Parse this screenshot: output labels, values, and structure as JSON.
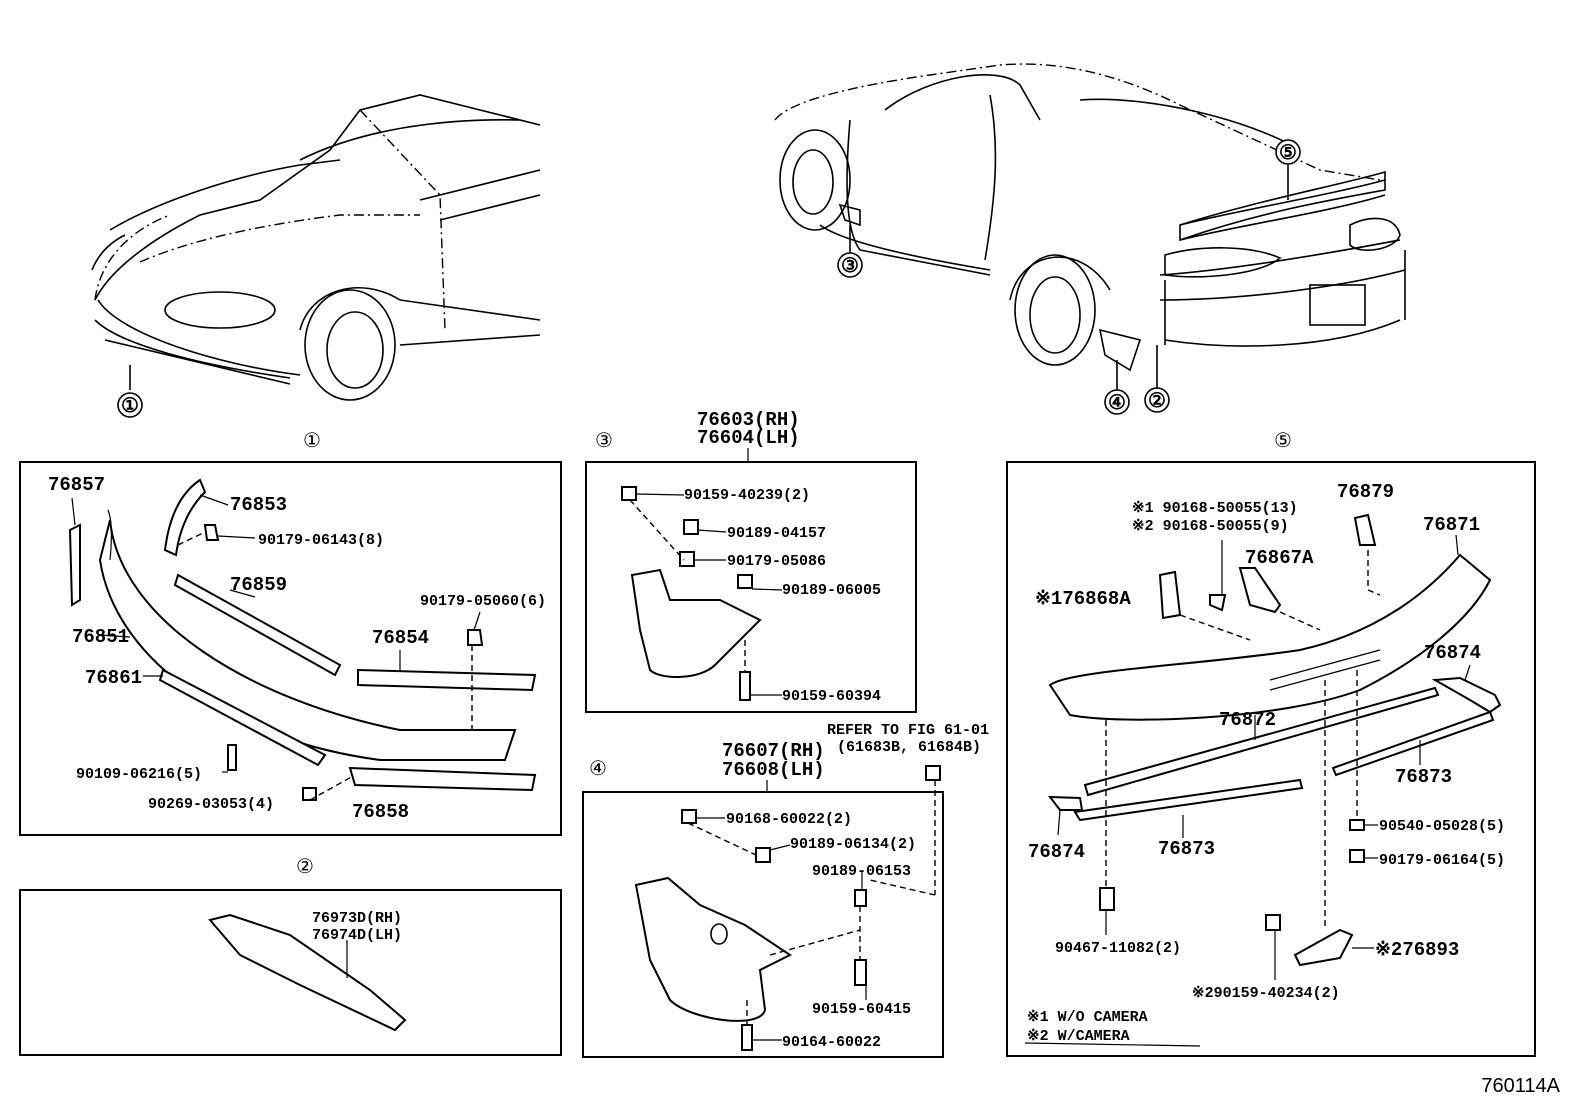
{
  "diagram_id": "760114A",
  "callouts": {
    "c1": "①",
    "c2": "②",
    "c3": "③",
    "c4": "④",
    "c5": "⑤"
  },
  "sections": {
    "s1": {
      "title": "①",
      "parts": {
        "p76857": "76857",
        "p76853": "76853",
        "p90179_06143": "90179-06143(8)",
        "p76859": "76859",
        "p90179_05060": "90179-05060(6)",
        "p76851": "76851",
        "p76854": "76854",
        "p76861": "76861",
        "p90109_06216": "90109-06216(5)",
        "p90269_03053": "90269-03053(4)",
        "p76858": "76858"
      }
    },
    "s2": {
      "title": "②",
      "parts": {
        "rh": "76973D(RH)",
        "lh": "76974D(LH)"
      }
    },
    "s3": {
      "title": "③",
      "header_rh": "76603(RH)",
      "header_lh": "76604(LH)",
      "parts": {
        "a": "90159-40239(2)",
        "b": "90189-04157",
        "c": "90179-05086",
        "d": "90189-06005",
        "e": "90159-60394"
      }
    },
    "s4": {
      "title": "④",
      "header_rh": "76607(RH)",
      "header_lh": "76608(LH)",
      "refer1": "REFER TO FIG 61-01",
      "refer2": "(61683B, 61684B)",
      "parts": {
        "a": "90168-60022(2)",
        "b": "90189-06134(2)",
        "c": "90189-06153",
        "d": "90159-60415",
        "e": "90164-60022"
      }
    },
    "s5": {
      "title": "⑤",
      "parts": {
        "n1": "※1 90168-50055(13)",
        "n2": "※2 90168-50055(9)",
        "p76879": "76879",
        "p76871": "76871",
        "p76867A": "76867A",
        "p76868A": "※176868A",
        "p76874a": "76874",
        "p76872": "76872",
        "p76873a": "76873",
        "p76874b": "76874",
        "p76873b": "76873",
        "p90540": "90540-05028(5)",
        "p90179": "90179-06164(5)",
        "p90467": "90467-11082(2)",
        "p76893": "※276893",
        "p90159": "※290159-40234(2)"
      },
      "legend": {
        "l1": "※1 W/O CAMERA",
        "l2": "※2 W/CAMERA"
      }
    }
  }
}
